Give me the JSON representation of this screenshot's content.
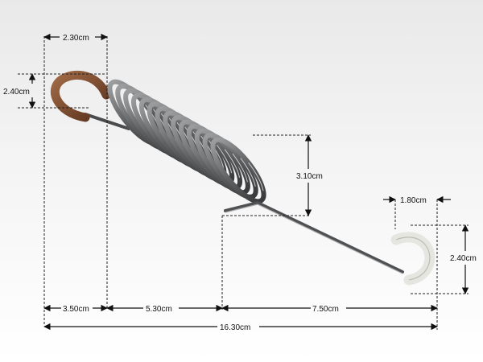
{
  "colors": {
    "background_top": "#e9e9e9",
    "spring_steel": "#5f6163",
    "hook_cap_brown": "#7a4a2e",
    "hook_cap_white": "#eeeeea",
    "dimension_line": "#111111"
  },
  "dimensions": {
    "top_hook_width": "2.30cm",
    "top_hook_height": "2.40cm",
    "coil_diameter": "3.10cm",
    "bottom_hook_width": "1.80cm",
    "bottom_hook_height": "2.40cm",
    "segment_hook": "3.50cm",
    "segment_coil": "5.30cm",
    "segment_tail": "7.50cm",
    "total_length": "16.30cm"
  }
}
